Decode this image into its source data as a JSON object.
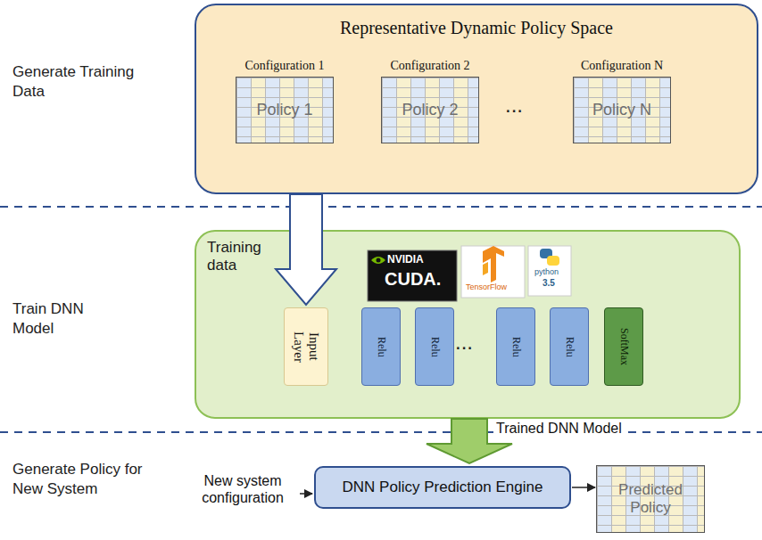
{
  "diagram": {
    "nodes": [
      {
        "text": [
          "Representative Dynamic Policy Space"
        ]
      },
      {
        "text": [
          "Configuration 1",
          "Policy 1"
        ],
        "in": 0
      },
      {
        "text": [
          "Configuration 2",
          "Policy 2"
        ],
        "in": 0
      },
      {
        "text": [
          "Configuration N",
          "Policy N"
        ],
        "in": 0
      },
      {
        "text": [
          "Training data"
        ]
      },
      {
        "text": [
          "Input Layer"
        ],
        "in": 4
      },
      {
        "text": [
          "Relu"
        ],
        "in": 4
      },
      {
        "text": [
          "Relu"
        ],
        "in": 4
      },
      {
        "text": [
          "Relu"
        ],
        "in": 4
      },
      {
        "text": [
          "Relu"
        ],
        "in": 4
      },
      {
        "text": [
          "SoftMax"
        ],
        "in": 4
      },
      {
        "text": [
          "DNN Policy Prediction Engine"
        ]
      },
      {
        "text": [
          "Predicted Policy"
        ]
      }
    ],
    "edges": [
      {
        "from": 0,
        "to": 5,
        "arrow": "to"
      },
      {
        "from": 4,
        "to": 11,
        "label": "Trained DNN Model",
        "arrow": "to"
      },
      {
        "from": 11,
        "to": 12,
        "arrow": "to"
      }
    ],
    "labels": [
      "Generate Training Data",
      "...",
      "Train DNN Model",
      "NVIDIA",
      "CUDA.",
      "TensorFlow",
      "python",
      "3.5",
      "...",
      "Generate Policy for New System",
      "New system configuration"
    ]
  }
}
